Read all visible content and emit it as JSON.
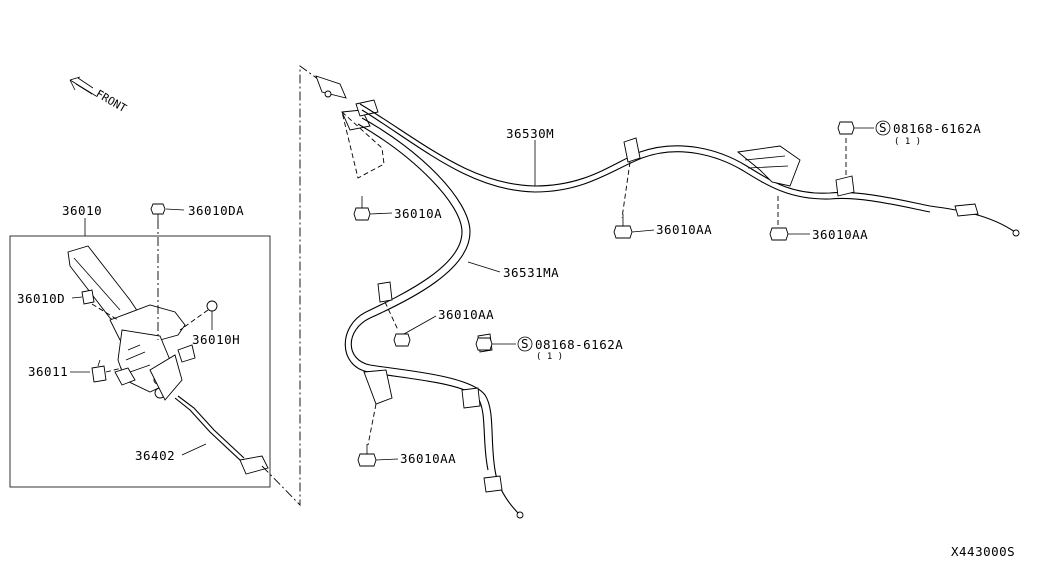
{
  "labels": {
    "front": "FRONT",
    "l36010": "36010",
    "l36010DA": "36010DA",
    "l36010D": "36010D",
    "l36010H": "36010H",
    "l36011": "36011",
    "l36402": "36402",
    "l36530M": "36530M",
    "l36531MA": "36531MA",
    "l36010A": "36010A",
    "l36010AA_1": "36010AA",
    "l36010AA_2": "36010AA",
    "l36010AA_3": "36010AA",
    "l36010AA_4": "36010AA",
    "s_symbol_1": "S",
    "l08168_1": "08168-6162A",
    "qty_1": "( 1 )",
    "s_symbol_2": "S",
    "l08168_2": "08168-6162A",
    "qty_2": "( 1 )",
    "ref_code": "X443000S"
  }
}
